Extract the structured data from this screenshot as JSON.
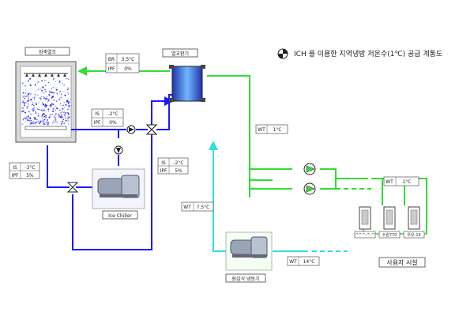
{
  "title": "ICH 를 이용한 지역냉방 저온수(1℃) 공급 계통도",
  "components": {
    "storage_tank": "빙축열조",
    "heat_exchanger": "열교환기",
    "ice_chiller": "Ice Chiller",
    "centrifugal_chiller": "원심식 냉동기",
    "user_facility": "사용자 시설"
  },
  "users": [
    "^^^-^-^",
    "수원770",
    "우유-13"
  ],
  "readings": {
    "box_top": [
      {
        "k": "BR",
        "v": "3.5°C"
      },
      {
        "k": "IPF",
        "v": "0%"
      }
    ],
    "box_mid": [
      {
        "k": "IS",
        "v": "-2°C"
      },
      {
        "k": "IPF",
        "v": "0%"
      }
    ],
    "box_left": [
      {
        "k": "IS",
        "v": "-3°C"
      },
      {
        "k": "IPF",
        "v": "5%"
      }
    ],
    "box_right": [
      {
        "k": "IS",
        "v": "-2°C"
      },
      {
        "k": "IPF",
        "v": "5%"
      }
    ],
    "wt_supply": {
      "k": "WT",
      "v": "1°C"
    },
    "wt_user": {
      "k": "WT",
      "v": "1°C"
    },
    "wt_mid": {
      "k": "WT",
      "v": "7.5°C"
    },
    "wt_return": {
      "k": "WT",
      "v": "14°C"
    }
  },
  "colors": {
    "blue": "#1a1aff",
    "green": "#33dd33",
    "cyan": "#33dddd",
    "gray": "#888888"
  }
}
